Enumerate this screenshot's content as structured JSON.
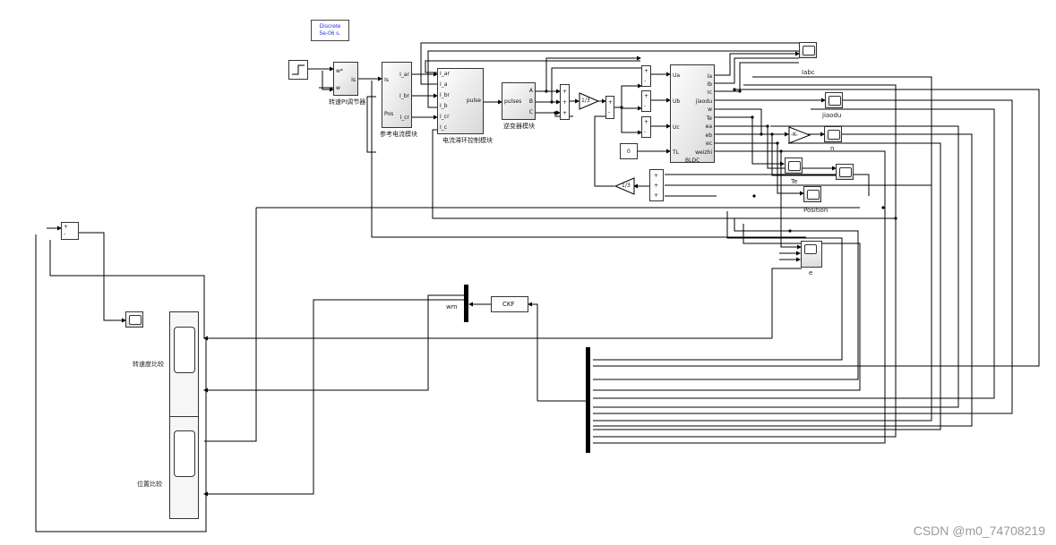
{
  "discrete": {
    "line1": "Discrete",
    "line2": "5e-06 s."
  },
  "blocks": {
    "pi": {
      "label": "转速PI调节器",
      "in1": "w*",
      "in2": "w",
      "out": "Is"
    },
    "ref": {
      "label": "参考电流模块",
      "in1": "Is",
      "in2": "Pos",
      "out1": "I_ar",
      "out2": "I_br",
      "out3": "I_cr"
    },
    "hyst": {
      "label": "电流滞环控制模块",
      "in1": "I_ar",
      "in2": "I_a",
      "in3": "I_br",
      "in4": "I_b",
      "in5": "I_cr",
      "in6": "I_c",
      "out": "pulse"
    },
    "inv": {
      "label": "逆变器模块",
      "in": "pulses",
      "out1": "A",
      "out2": "B",
      "out3": "C"
    },
    "gain1": {
      "text": "1/3"
    },
    "gain2": {
      "text": "1/3"
    },
    "kgain": {
      "text": "-K-"
    },
    "const0": {
      "text": "0"
    },
    "bldc": {
      "label": "BLDC",
      "in1": "Ua",
      "in2": "Ub",
      "in3": "Uc",
      "in4": "TL",
      "out1": "Ia",
      "out2": "Ib",
      "out3": "Ic",
      "out4": "jiaodu",
      "out5": "w",
      "out6": "Te",
      "out7": "ea",
      "out8": "eb",
      "out9": "ec",
      "out10": "weizhi"
    },
    "ckf": {
      "text": "CKF"
    },
    "wm": {
      "text": "wm"
    }
  },
  "scopes": {
    "iabc": "Iabc",
    "jiaodu": "jiaodu",
    "n": "n",
    "te": "Te",
    "position": "Position",
    "e": "e"
  },
  "bigscope": {
    "label1": "转速度比较",
    "label2": "位置比较"
  },
  "watermark": "CSDN @m0_74708219"
}
